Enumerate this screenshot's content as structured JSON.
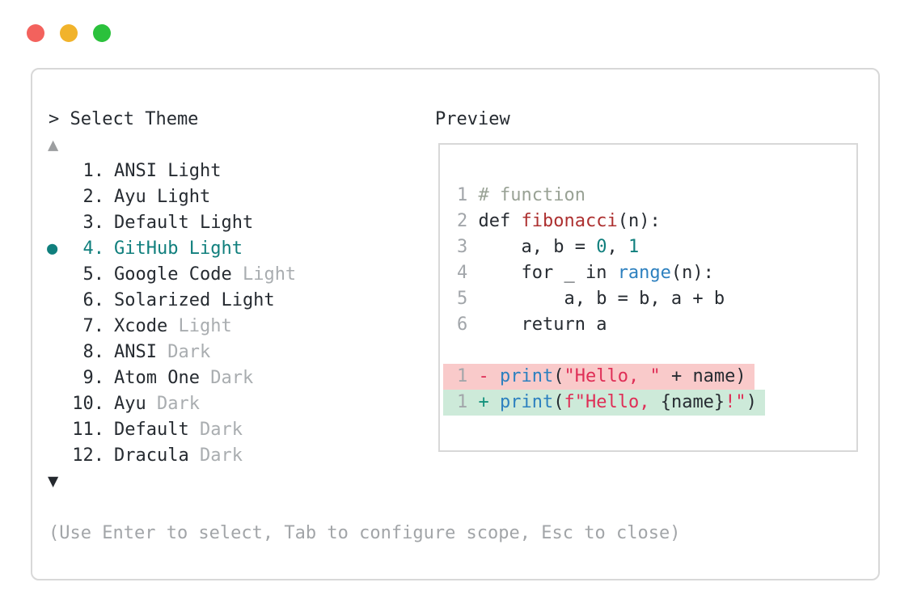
{
  "window": {
    "traffic_lights": [
      {
        "name": "close-button",
        "color": "#f3625d"
      },
      {
        "name": "minimize-button",
        "color": "#f1b32b"
      },
      {
        "name": "zoom-button",
        "color": "#2bc13c"
      }
    ]
  },
  "theme_picker": {
    "prompt": "> Select Theme",
    "scroll_up_indicator": "▲",
    "scroll_down_indicator": "▼",
    "selected_marker": "●",
    "items": [
      {
        "num": "1.",
        "label": "ANSI Light",
        "suffix": "",
        "selected": false
      },
      {
        "num": "2.",
        "label": "Ayu Light",
        "suffix": "",
        "selected": false
      },
      {
        "num": "3.",
        "label": "Default Light",
        "suffix": "",
        "selected": false
      },
      {
        "num": "4.",
        "label": "GitHub Light",
        "suffix": "",
        "selected": true
      },
      {
        "num": "5.",
        "label": "Google Code",
        "suffix": "Light",
        "selected": false
      },
      {
        "num": "6.",
        "label": "Solarized Light",
        "suffix": "",
        "selected": false
      },
      {
        "num": "7.",
        "label": "Xcode",
        "suffix": "Light",
        "selected": false
      },
      {
        "num": "8.",
        "label": "ANSI",
        "suffix": "Dark",
        "selected": false
      },
      {
        "num": "9.",
        "label": "Atom One",
        "suffix": "Dark",
        "selected": false
      },
      {
        "num": "10.",
        "label": "Ayu",
        "suffix": "Dark",
        "selected": false
      },
      {
        "num": "11.",
        "label": "Default",
        "suffix": "Dark",
        "selected": false
      },
      {
        "num": "12.",
        "label": "Dracula",
        "suffix": "Dark",
        "selected": false
      }
    ],
    "help_text": "(Use Enter to select, Tab to configure scope, Esc to close)"
  },
  "preview": {
    "label": "Preview",
    "lines": [
      {
        "num": "1",
        "diff": "",
        "tokens": [
          {
            "t": " # function",
            "c": "comment"
          }
        ]
      },
      {
        "num": "2",
        "diff": "",
        "tokens": [
          {
            "t": " def ",
            "c": "code"
          },
          {
            "t": "fibonacci",
            "c": "func"
          },
          {
            "t": "(n):",
            "c": "code"
          }
        ]
      },
      {
        "num": "3",
        "diff": "",
        "tokens": [
          {
            "t": "     a, b = ",
            "c": "code"
          },
          {
            "t": "0",
            "c": "lit"
          },
          {
            "t": ", ",
            "c": "code"
          },
          {
            "t": "1",
            "c": "lit"
          }
        ]
      },
      {
        "num": "4",
        "diff": "",
        "tokens": [
          {
            "t": "     for _ in ",
            "c": "code"
          },
          {
            "t": "range",
            "c": "blue"
          },
          {
            "t": "(n):",
            "c": "code"
          }
        ]
      },
      {
        "num": "5",
        "diff": "",
        "tokens": [
          {
            "t": "         a, b = b, a + b",
            "c": "code"
          }
        ]
      },
      {
        "num": "6",
        "diff": "",
        "tokens": [
          {
            "t": "     return a",
            "c": "code"
          }
        ]
      },
      {
        "num": "",
        "diff": "",
        "tokens": []
      },
      {
        "num": "1",
        "diff": "removed",
        "tokens": [
          {
            "t": " ",
            "c": "code"
          },
          {
            "t": "-",
            "c": "del"
          },
          {
            "t": " ",
            "c": "code"
          },
          {
            "t": "print",
            "c": "blue"
          },
          {
            "t": "(",
            "c": "code"
          },
          {
            "t": "\"Hello, \"",
            "c": "str"
          },
          {
            "t": " + name)",
            "c": "code"
          }
        ]
      },
      {
        "num": "1",
        "diff": "added",
        "tokens": [
          {
            "t": " ",
            "c": "code"
          },
          {
            "t": "+",
            "c": "add"
          },
          {
            "t": " ",
            "c": "code"
          },
          {
            "t": "print",
            "c": "blue"
          },
          {
            "t": "(",
            "c": "code"
          },
          {
            "t": "f\"Hello, ",
            "c": "str"
          },
          {
            "t": "{name}",
            "c": "code"
          },
          {
            "t": "!\"",
            "c": "str"
          },
          {
            "t": ")",
            "c": "code"
          }
        ]
      }
    ]
  },
  "colors": {
    "text": "#262b31",
    "teal": "#107f7d",
    "blue": "#2d80bf",
    "func": "#ad3030",
    "str": "#df2e56",
    "add": "#12917c",
    "comment": "#99a295",
    "dim": "#a9adb0",
    "lnum": "#a2a6aa",
    "help": "#a2a5a8",
    "border": "#d8d8d8",
    "removedbg": "#f9caca",
    "addedbg": "#cdead9",
    "scrollup": "#9c9ea0",
    "scrolldown": "#24282e"
  }
}
